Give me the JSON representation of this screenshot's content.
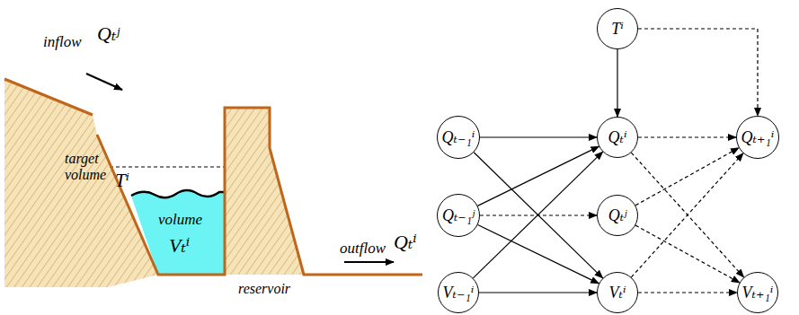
{
  "diagram": {
    "nodes": [
      {
        "text": [
          "Tⁱ"
        ]
      },
      {
        "text": [
          "Qₜ₋₁ⁱ"
        ]
      },
      {
        "text": [
          "Qₜⁱ"
        ]
      },
      {
        "text": [
          "Qₜ₊₁ⁱ"
        ]
      },
      {
        "text": [
          "Qₜ₋₁ʲ"
        ]
      },
      {
        "text": [
          "Qₜʲ"
        ]
      },
      {
        "text": [
          "Vₜ₋₁ⁱ"
        ]
      },
      {
        "text": [
          "Vₜⁱ"
        ]
      },
      {
        "text": [
          "Vₜ₊₁ⁱ"
        ]
      }
    ],
    "edges": [
      {
        "from": 0,
        "to": 2,
        "arrow": "to"
      },
      {
        "from": 1,
        "to": 2,
        "arrow": "to"
      },
      {
        "from": 1,
        "to": 7,
        "arrow": "to"
      },
      {
        "from": 4,
        "to": 2,
        "arrow": "to"
      },
      {
        "from": 4,
        "to": 7,
        "arrow": "to"
      },
      {
        "from": 6,
        "to": 2,
        "arrow": "to"
      },
      {
        "from": 6,
        "to": 7,
        "arrow": "to"
      },
      {
        "from": 4,
        "to": 5,
        "arrow": "to"
      },
      {
        "from": 0,
        "to": 3,
        "arrow": "to"
      },
      {
        "from": 2,
        "to": 3,
        "arrow": "to"
      },
      {
        "from": 2,
        "to": 8,
        "arrow": "to"
      },
      {
        "from": 5,
        "to": 3,
        "arrow": "to"
      },
      {
        "from": 5,
        "to": 8,
        "arrow": "to"
      },
      {
        "from": 7,
        "to": 3,
        "arrow": "to"
      },
      {
        "from": 7,
        "to": 8,
        "arrow": "to"
      }
    ],
    "labels": [
      "inflow",
      "Qₜʲ",
      "target volume",
      "Tⁱ",
      "volume",
      "Vₜⁱ",
      "outflow",
      "Qₜⁱ",
      "reservoir"
    ]
  }
}
